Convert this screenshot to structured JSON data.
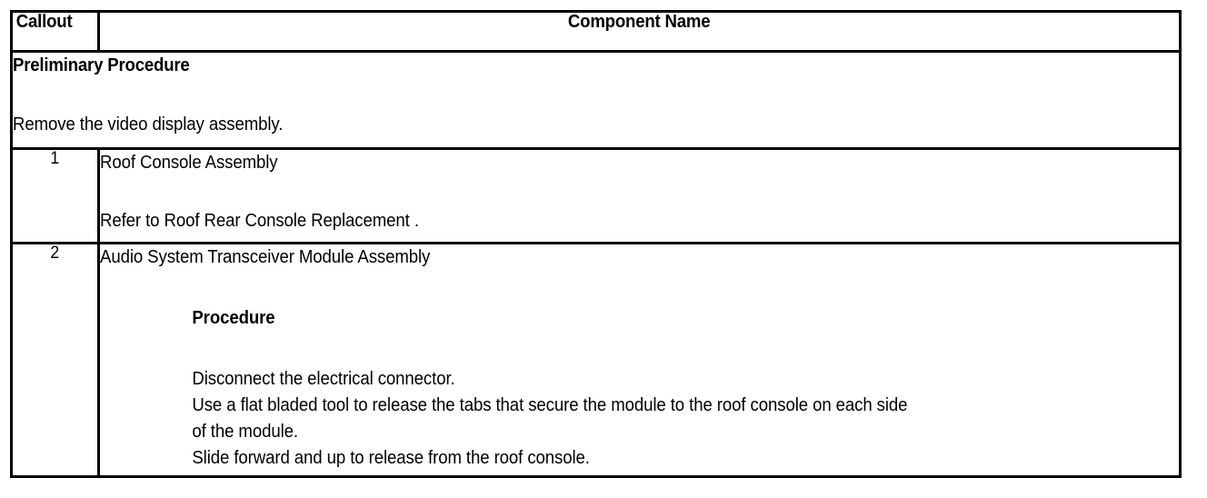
{
  "table": {
    "headers": {
      "callout": "Callout",
      "component_name": "Component Name"
    },
    "preliminary": {
      "title": "Preliminary Procedure",
      "text": "Remove the video display assembly."
    },
    "rows": [
      {
        "callout": "1",
        "title": "Roof Console Assembly",
        "reference": "Refer to Roof Rear Console Replacement ."
      },
      {
        "callout": "2",
        "title": "Audio System Transceiver Module Assembly",
        "procedure_heading": "Procedure",
        "steps": [
          "Disconnect the electrical connector.",
          "Use a flat bladed tool to release the tabs that secure the module to the roof console on each side",
          "of the module.",
          "Slide forward and up to release from the roof console."
        ]
      }
    ]
  },
  "colors": {
    "border": "#000000",
    "text": "#000000",
    "background": "#ffffff"
  }
}
